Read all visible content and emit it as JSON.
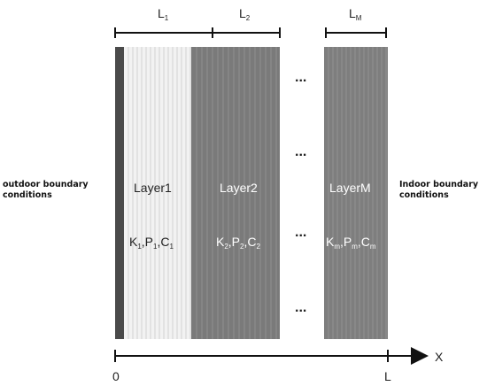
{
  "dimension_labels": {
    "l1": "L",
    "l1_sub": "1",
    "l2": "L",
    "l2_sub": "2",
    "lm": "L",
    "lm_sub": "M"
  },
  "layers": {
    "layer1": {
      "name": "Layer1",
      "props": [
        "K",
        "1",
        ",P",
        "1",
        ",C",
        "1"
      ]
    },
    "layer2": {
      "name": "Layer2",
      "props": [
        "K",
        "2",
        ",P",
        "2",
        ",C",
        "2"
      ]
    },
    "layerm": {
      "name": "LayerM",
      "props": [
        "K",
        "m",
        ",P",
        "m",
        ",C",
        "m"
      ]
    }
  },
  "ellipsis": "...",
  "boundaries": {
    "outdoor_line1": "outdoor boundary",
    "outdoor_line2": "conditions",
    "indoor_line1": "Indoor boundary",
    "indoor_line2": "conditions"
  },
  "axis": {
    "label": "X",
    "start": "0",
    "end": "L"
  },
  "colors": {
    "dark_edge": "#4a4a4a",
    "layer1_fill": "#f2f2f2",
    "layer2_fill": "#7a7a7a",
    "layerm_fill": "#7e7e7e",
    "stripe_light": "#c8c8c8",
    "stripe_dark": "#9a9a9a",
    "line": "#111111"
  }
}
